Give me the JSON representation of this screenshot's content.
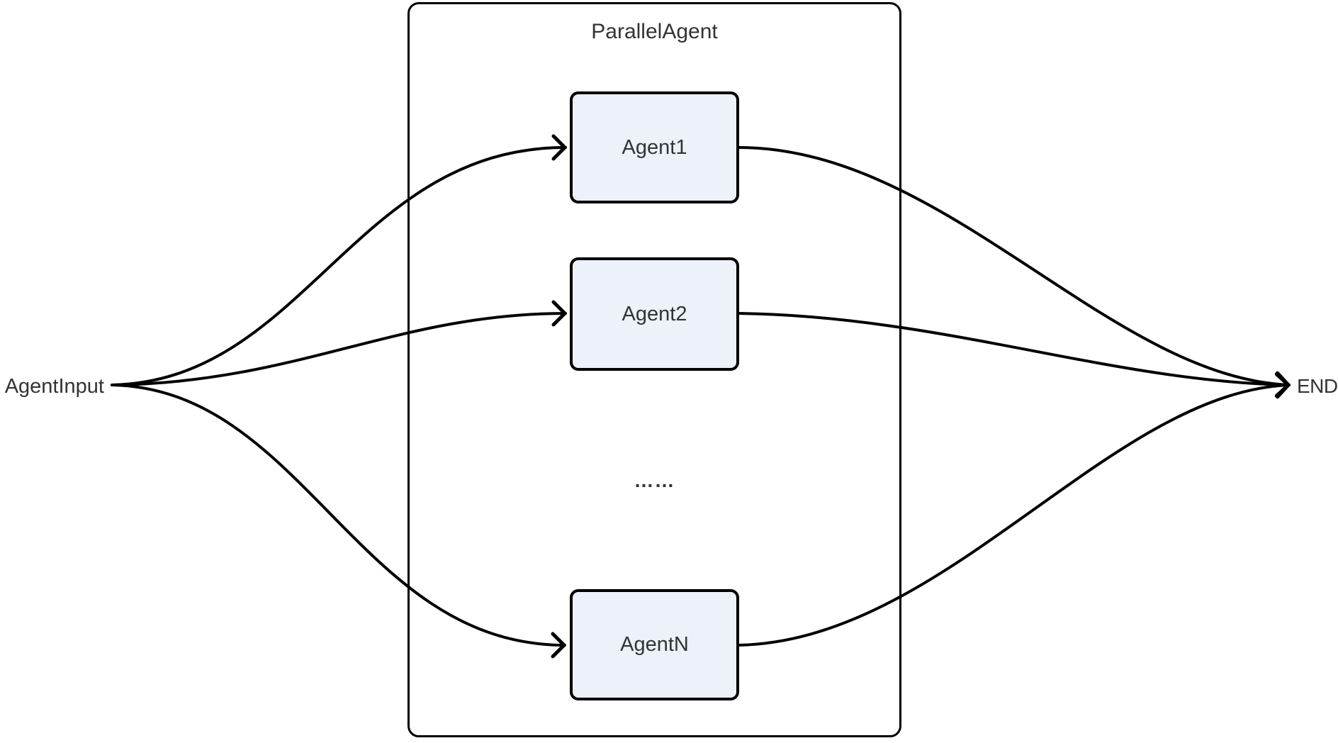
{
  "diagram": {
    "container_title": "ParallelAgent",
    "input_label": "AgentInput",
    "end_label": "END",
    "ellipsis": "……",
    "agents": [
      {
        "label": "Agent1"
      },
      {
        "label": "Agent2"
      },
      {
        "label": "AgentN"
      }
    ],
    "colors": {
      "node_fill": "#ECF1FA",
      "node_border": "#000000",
      "edge": "#000000",
      "text": "#333333",
      "background": "#FFFFFF"
    }
  }
}
